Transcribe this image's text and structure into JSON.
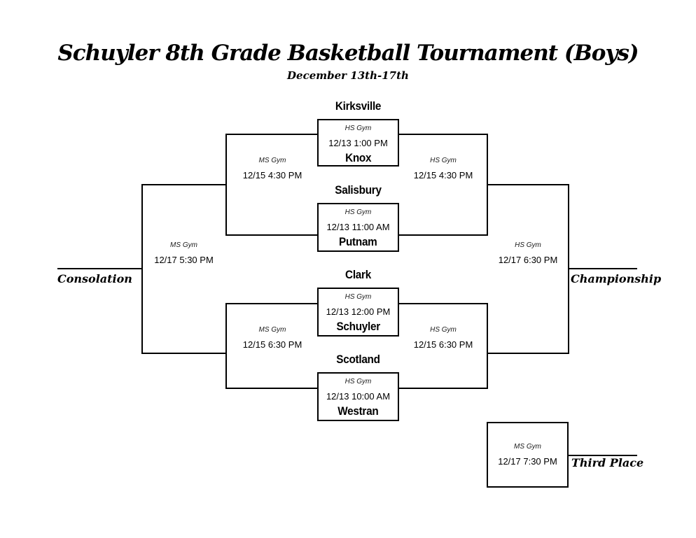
{
  "header": {
    "title": "Schuyler 8th Grade Basketball Tournament  (Boys)",
    "subtitle": "December 13th-17th"
  },
  "first_round": [
    {
      "top_team": "Kirksville",
      "venue": "HS Gym",
      "time": "12/13 1:00 PM",
      "bottom_team": "Knox"
    },
    {
      "top_team": "Salisbury",
      "venue": "HS Gym",
      "time": "12/13 11:00 AM",
      "bottom_team": "Putnam"
    },
    {
      "top_team": "Clark",
      "venue": "HS Gym",
      "time": "12/13 12:00 PM",
      "bottom_team": "Schuyler"
    },
    {
      "top_team": "Scotland",
      "venue": "HS Gym",
      "time": "12/13 10:00 AM",
      "bottom_team": "Westran"
    }
  ],
  "second_round": {
    "consolation_top": {
      "venue": "MS Gym",
      "time": "12/15 4:30 PM"
    },
    "consolation_bottom": {
      "venue": "MS Gym",
      "time": "12/15 6:30 PM"
    },
    "championship_top": {
      "venue": "HS Gym",
      "time": "12/15 4:30 PM"
    },
    "championship_bottom": {
      "venue": "HS Gym",
      "time": "12/15 6:30 PM"
    }
  },
  "finals": {
    "consolation": {
      "venue": "MS Gym",
      "time": "12/17 5:30 PM",
      "label": "Consolation"
    },
    "championship": {
      "venue": "HS Gym",
      "time": "12/17 6:30 PM",
      "label": "Championship"
    },
    "third_place": {
      "venue": "MS Gym",
      "time": "12/17 7:30 PM",
      "label": "Third Place"
    }
  }
}
